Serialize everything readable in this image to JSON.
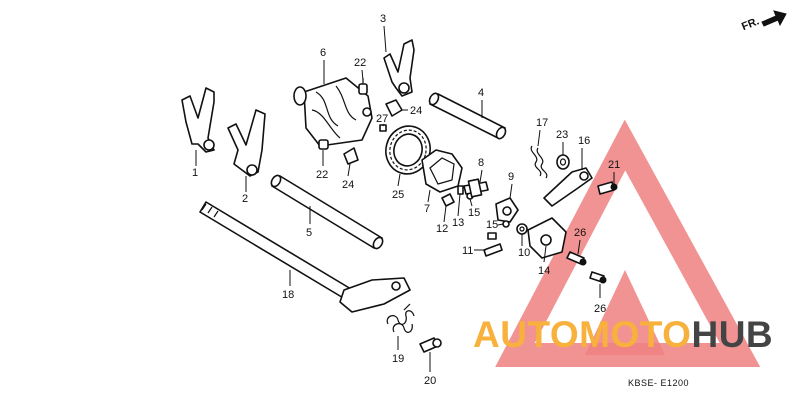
{
  "diagram": {
    "direction_label": "FR.",
    "drawing_code": "KBSE- E1200",
    "callouts": [
      "1",
      "2",
      "3",
      "4",
      "5",
      "6",
      "7",
      "8",
      "9",
      "10",
      "11",
      "12",
      "13",
      "14",
      "15",
      "15",
      "16",
      "17",
      "18",
      "19",
      "20",
      "21",
      "22",
      "22",
      "23",
      "24",
      "24",
      "25",
      "26",
      "26",
      "27"
    ]
  },
  "watermark": {
    "brand_part1": "AUTOMOTO",
    "brand_part2": "HUB",
    "color_primary": "#f7b13c",
    "color_secondary": "#444444",
    "triangle_color": "#f08080"
  }
}
